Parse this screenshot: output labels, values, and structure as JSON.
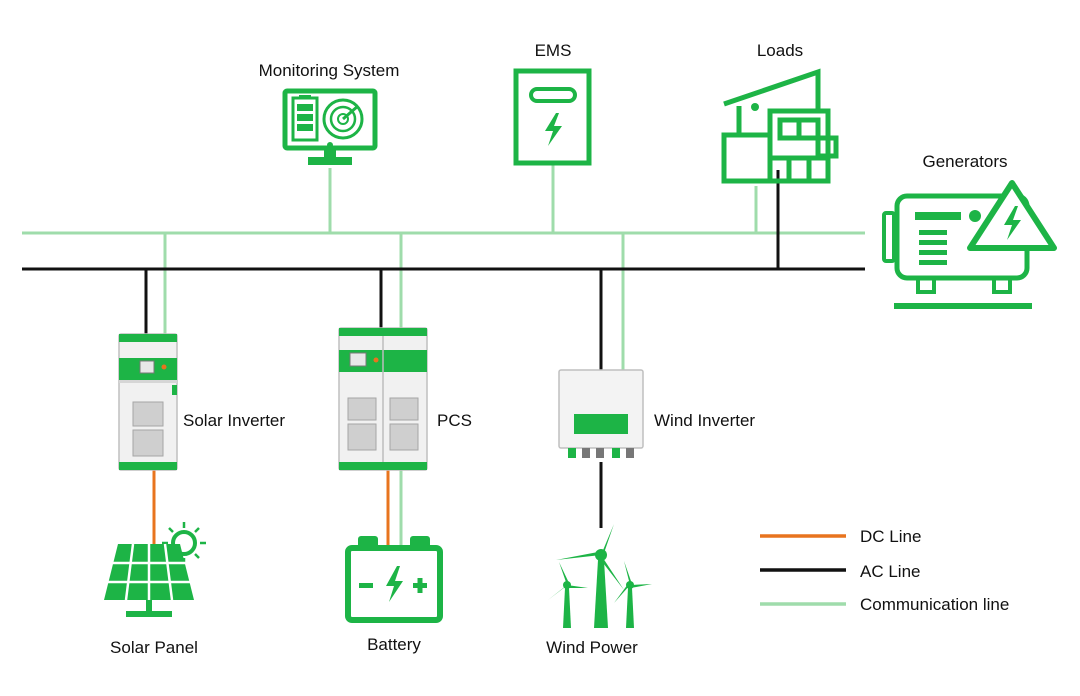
{
  "labels": {
    "monitoring": "Monitoring System",
    "ems": "EMS",
    "loads": "Loads",
    "generators": "Generators",
    "solar_inverter": "Solar Inverter",
    "pcs": "PCS",
    "wind_inverter": "Wind Inverter",
    "solar_panel": "Solar Panel",
    "battery": "Battery",
    "wind_power": "Wind Power"
  },
  "legend": [
    {
      "label": "DC Line",
      "color": "#e8741e"
    },
    {
      "label": "AC Line",
      "color": "#111111"
    },
    {
      "label": "Communication line",
      "color": "#9fdcab"
    }
  ],
  "colors": {
    "accent": "#1db446",
    "accent_light": "#9fdcab",
    "dc": "#e8741e",
    "ac": "#111111"
  }
}
